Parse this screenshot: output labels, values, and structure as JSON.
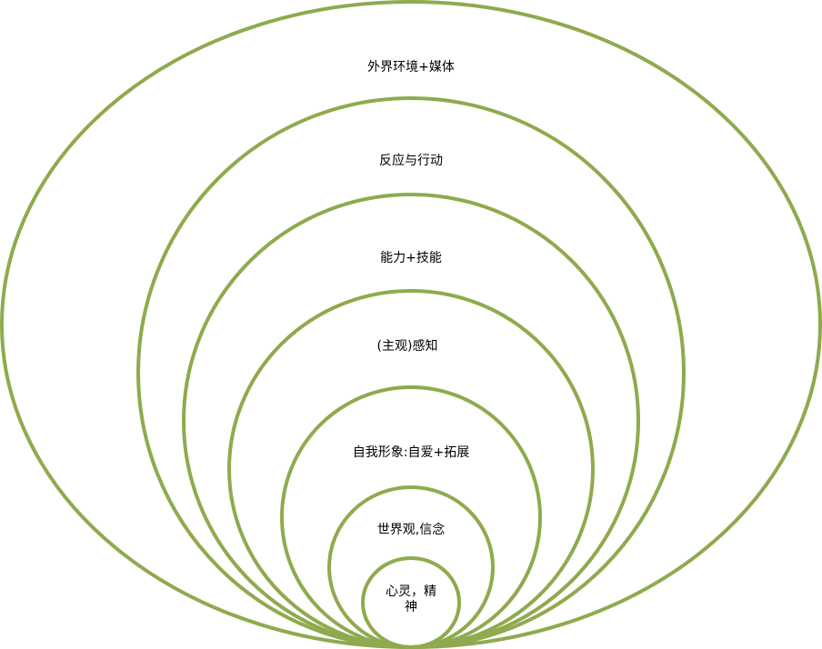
{
  "diagram": {
    "type": "nested-circles",
    "ring_color": "#8FAA4E",
    "rings": [
      {
        "label": "外界环境+媒体"
      },
      {
        "label": "反应与行动"
      },
      {
        "label": "能力+技能"
      },
      {
        "label": "(主观)感知"
      },
      {
        "label": "自我形象:自爱+拓展"
      },
      {
        "label": "世界观,信念"
      },
      {
        "label": "心灵，精",
        "label_line2": "神"
      }
    ]
  }
}
